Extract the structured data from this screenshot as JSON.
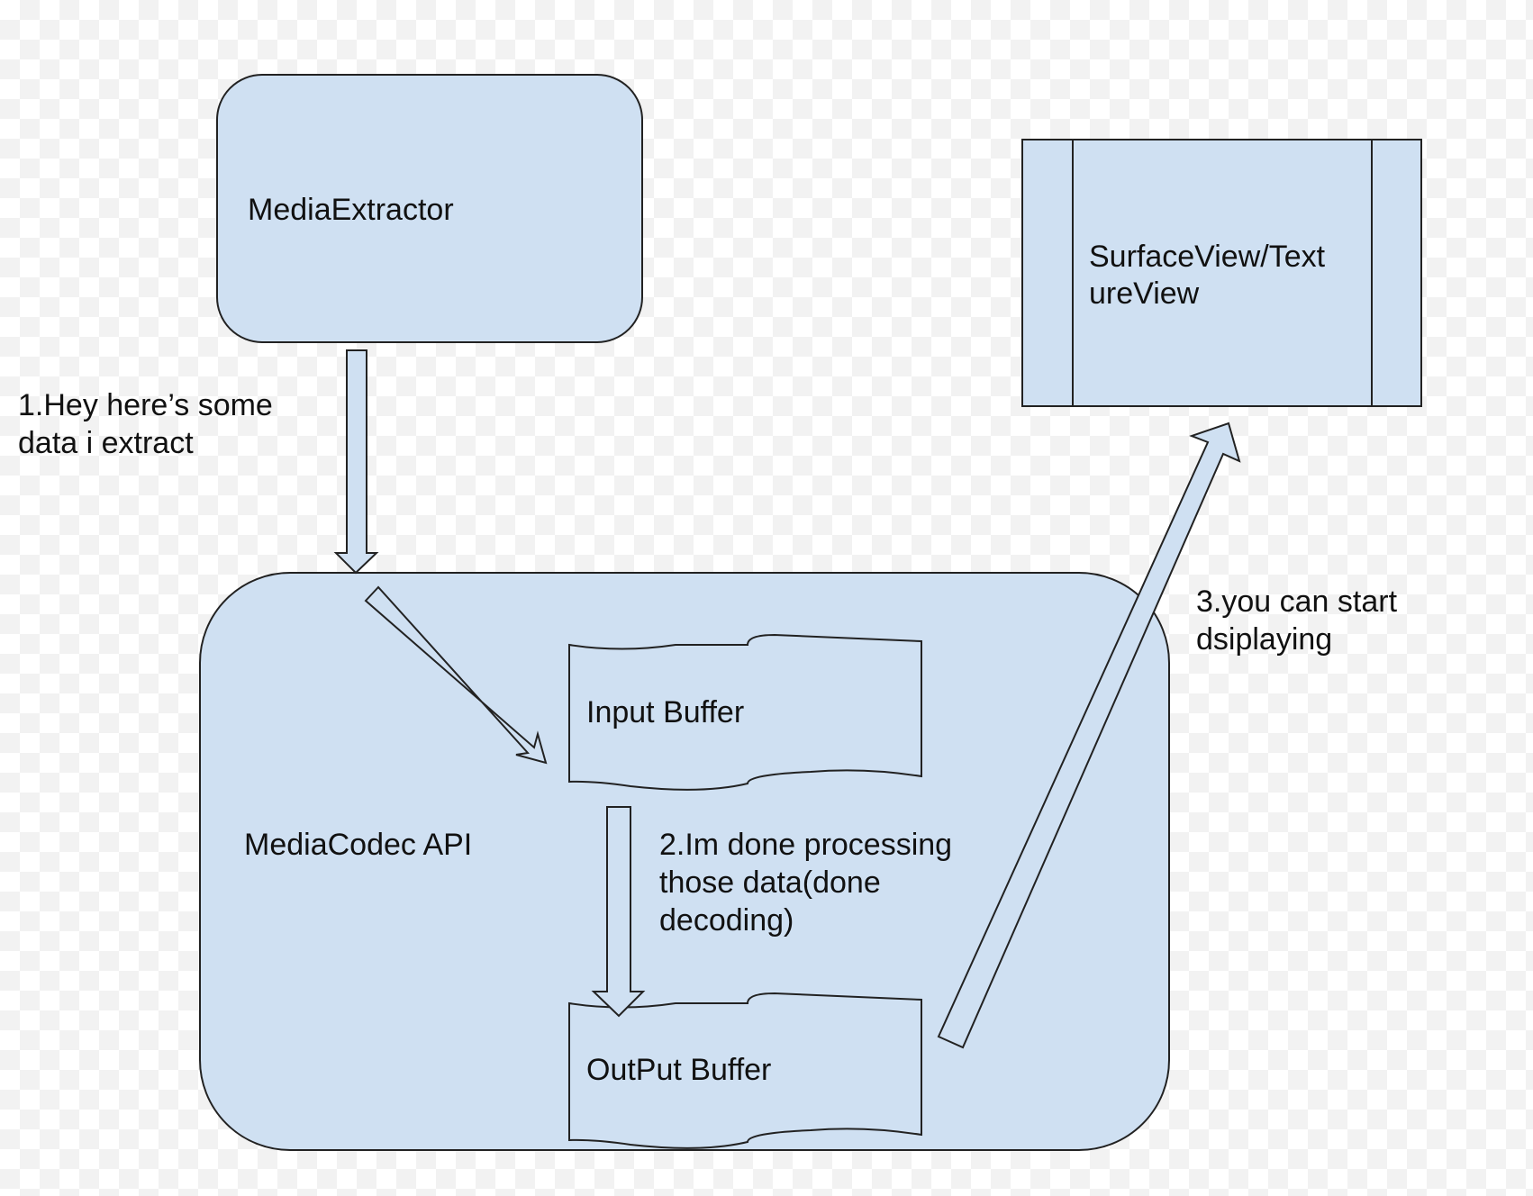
{
  "colors": {
    "shape_fill": "#cfe0f2",
    "stroke": "#222222",
    "text": "#111111",
    "checker": "#f2f2f2"
  },
  "nodes": {
    "media_extractor": "MediaExtractor",
    "surface_view_line1": "SurfaceView/Text",
    "surface_view_line2": "ureView",
    "media_codec": "MediaCodec API",
    "input_buffer": "Input Buffer",
    "output_buffer": "OutPut Buffer"
  },
  "labels": {
    "step1_line1": "1.Hey here’s some",
    "step1_line2": "data i extract",
    "step2_line1": "2.Im done processing",
    "step2_line2": "those data(done",
    "step2_line3": "decoding)",
    "step3_line1": "3.you can start",
    "step3_line2": "dsiplaying"
  }
}
